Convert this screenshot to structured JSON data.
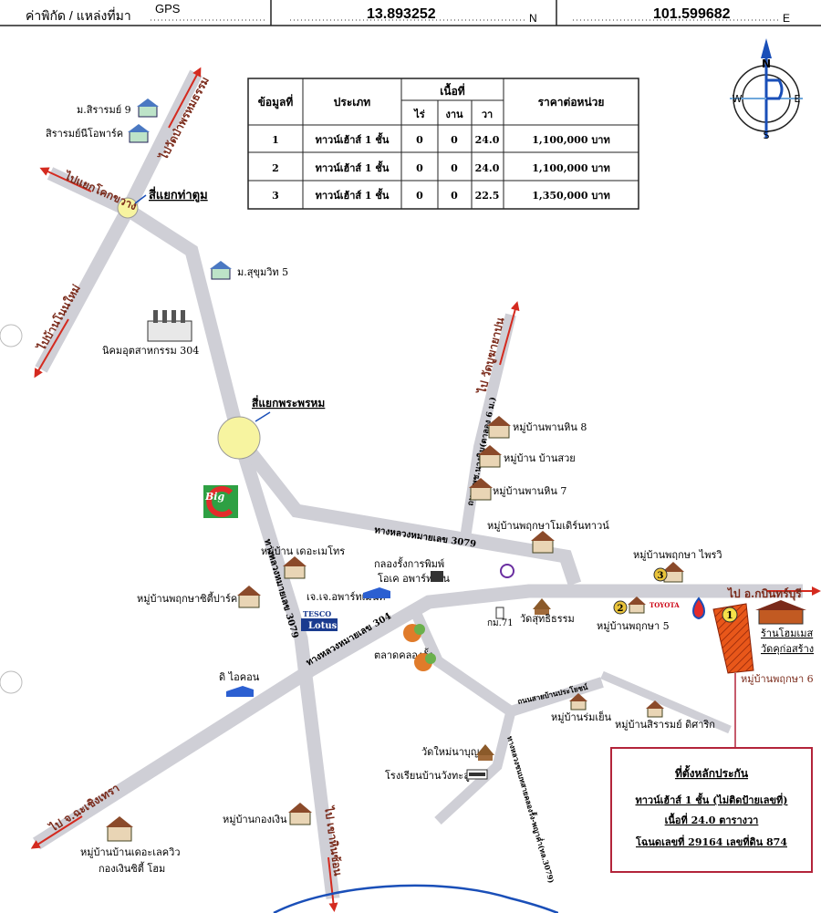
{
  "header": {
    "coord_label": "ค่าพิกัด / แหล่งที่มา",
    "source": "GPS",
    "lat": "13.893252",
    "lat_unit": "N",
    "lon": "101.599682",
    "lon_unit": "E"
  },
  "compass": {
    "n": "N",
    "s": "S",
    "e": "E",
    "w": "W"
  },
  "table": {
    "headers": {
      "no": "ข้อมูลที่",
      "type": "ประเภท",
      "area": "เนื้อที่",
      "rai": "ไร่",
      "ngan": "งาน",
      "wa": "วา",
      "price": "ราคาต่อหน่วย"
    },
    "rows": [
      {
        "no": "1",
        "type": "ทาวน์เฮ้าส์ 1 ชั้น",
        "rai": "0",
        "ngan": "0",
        "wa": "24.0",
        "price": "1,100,000 บาท"
      },
      {
        "no": "2",
        "type": "ทาวน์เฮ้าส์ 1 ชั้น",
        "rai": "0",
        "ngan": "0",
        "wa": "24.0",
        "price": "1,100,000 บาท"
      },
      {
        "no": "3",
        "type": "ทาวน์เฮ้าส์ 1 ชั้น",
        "rai": "0",
        "ngan": "0",
        "wa": "22.5",
        "price": "1,350,000 บาท"
      }
    ]
  },
  "directions": {
    "nw": "ไปแยกโคกขวาง",
    "n": "ไปวัดป่าพรหมธรรม",
    "w": "ไปบ้านโนนใหม่",
    "ne": "ไป วัดบูฆายาปน",
    "e": "ไป อ.กบินทร์บุรี",
    "sw": "ไป จ.ฉะเชิงเทรา",
    "s": "ไป เขาหินซ้อน"
  },
  "junctions": {
    "tatum": "สี่แยกท่าตูม",
    "phraprom": "สี่แยกพระพรหม"
  },
  "roads": {
    "r3079": "ทางหลวงหมายเลข 3079",
    "r3079v": "ทางหลวงหมายเลข 3079",
    "r304": "ทางหลวงหมายเลข 304",
    "rural": "ถนนรพช.นางนิม(ตาลอง 6 ม.)",
    "local1": "ถนนสายบ้านประโยชน์",
    "local2": "ทางหลวงชนบทสายคลองรั้ง-พญาค่ำ(ทล.3079)"
  },
  "places": {
    "sirarom9": "ม.สิรารมย์ 9",
    "siraromhome": "สิรารมย์นีโอพาร์ค",
    "sukhumvit5": "ม.สุขุมวิท 5",
    "industrial": "นิคมอุตสาหกรรม 304",
    "big_c": "Big",
    "phanhin8": "หมู่บ้านพานหิน 8",
    "bansuai": "หมู่บ้าน บ้านสวย",
    "phanhin7": "หมู่บ้านพานหิน 7",
    "pruksamodern": "หมู่บ้านพฤกษาโมเดิร์นทาวน์",
    "pruksaprai": "หมู่บ้านพฤกษา ไพรวิ",
    "themetro": "หมู่บ้าน เดอะเมโทร",
    "printing": "กลองรั้งการพิมพ์",
    "okapart": "โอเค อพาร์ทเม้น",
    "jjapart": "เจ.เจ.อพาร์ทเม้นท์",
    "pruksacity": "หมู่บ้านพฤกษาซิตี้ปาร์ค",
    "tesco_top": "TESCO",
    "tesco_bottom": "Lotus",
    "km71": "กม.71",
    "watsuttha": "วัดสุทธิธรรม",
    "pruksa5": "หมู่บ้านพฤกษา 5",
    "toyota": "TOYOTA",
    "homemart": "ร้านโฮมเมส",
    "watkongsang": "วัดคุก่อสร้าง",
    "pruksa6": "หมู่บ้านพฤกษา 6",
    "market": "ตลาดคลองรั้ง",
    "dicon": "ดิ ไอคอน",
    "banrom": "หมู่บ้านร่มเย็น",
    "sirarom_dicarik": "หมู่บ้านสิรารมย์ ดิศาริก",
    "watmai": "วัดใหม่นาบุญ",
    "school": "โรงเรียนบ้านวังทะลู",
    "kongngern": "หมู่บ้านกองเงิน",
    "theleiview1": "หมู่บ้านบ้านเดอะเลควิว",
    "theleiview2": "กองเงินซิตี้ โฮม"
  },
  "markers": {
    "m1": "1",
    "m2": "2",
    "m3": "3"
  },
  "infobox": {
    "title": "ที่ตั้งหลักประกัน",
    "line1": "ทาวน์เฮ้าส์ 1 ชั้น (ไม่ติดป้ายเลขที่)",
    "line2": "เนื้อที่ 24.0 ตารางวา",
    "line3": "โฉนดเลขที่ 29164 เลขที่ดิน 874"
  },
  "colors": {
    "road": "#cfcfd6",
    "arrow_red": "#d42a1f",
    "junction": "#f7f4a0",
    "plot": "#e8571a",
    "box_border": "#b3243a",
    "compass_blue": "#1a4fb8"
  }
}
